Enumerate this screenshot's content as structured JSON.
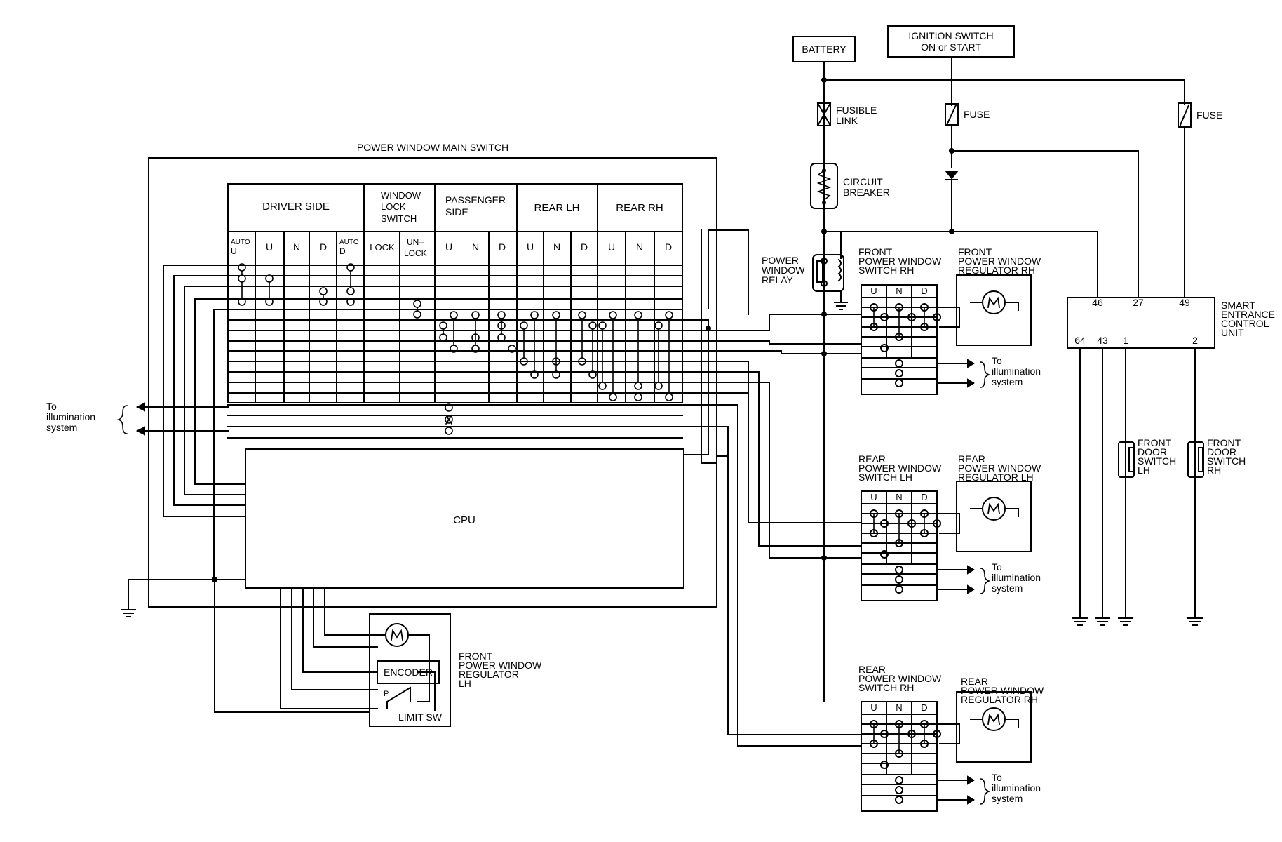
{
  "top": {
    "battery": "BATTERY",
    "ignition": [
      "IGNITION SWITCH",
      "ON or START"
    ],
    "fusible_link": [
      "FUSIBLE",
      "LINK"
    ],
    "fuse": "FUSE",
    "circuit_breaker": [
      "CIRCUIT",
      "BREAKER"
    ]
  },
  "main_switch": {
    "title": "POWER WINDOW MAIN SWITCH",
    "groups": {
      "driver": "DRIVER SIDE",
      "lock": [
        "WINDOW",
        "LOCK",
        "SWITCH"
      ],
      "passenger": [
        "PASSENGER",
        "SIDE"
      ],
      "rear_lh": "REAR LH",
      "rear_rh": "REAR RH"
    },
    "cols": {
      "auto": "AUTO",
      "u": "U",
      "n": "N",
      "d": "D",
      "lock": "LOCK",
      "unlock": [
        "UN–",
        "LOCK"
      ]
    },
    "cpu": "CPU",
    "illumination": [
      "To",
      "illumination",
      "system"
    ]
  },
  "front_lh": {
    "encoder": "ENCODER",
    "limit_sw": "LIMIT SW",
    "p": "P",
    "label": [
      "FRONT",
      "POWER WINDOW",
      "REGULATOR",
      "LH"
    ]
  },
  "relay": [
    "POWER",
    "WINDOW",
    "RELAY"
  ],
  "sub_switches": [
    {
      "switch": [
        "FRONT",
        "POWER WINDOW",
        "SWITCH RH"
      ],
      "regulator": [
        "FRONT",
        "POWER WINDOW",
        "REGULATOR RH"
      ]
    },
    {
      "switch": [
        "REAR",
        "POWER WINDOW",
        "SWITCH LH"
      ],
      "regulator": [
        "REAR",
        "POWER WINDOW",
        "REGULATOR LH"
      ]
    },
    {
      "switch": [
        "REAR",
        "POWER WINDOW",
        "SWITCH RH"
      ],
      "regulator": [
        "REAR",
        "POWER WINDOW",
        "REGULATOR RH"
      ]
    }
  ],
  "smart": {
    "label": [
      "SMART",
      "ENTRANCE",
      "CONTROL",
      "UNIT"
    ],
    "pins_top": [
      "46",
      "27",
      "49"
    ],
    "pins_bottom": [
      "64",
      "43",
      "1",
      "2"
    ]
  },
  "door_lh": [
    "FRONT",
    "DOOR",
    "SWITCH",
    "LH"
  ],
  "door_rh": [
    "FRONT",
    "DOOR",
    "SWITCH",
    "RH"
  ]
}
